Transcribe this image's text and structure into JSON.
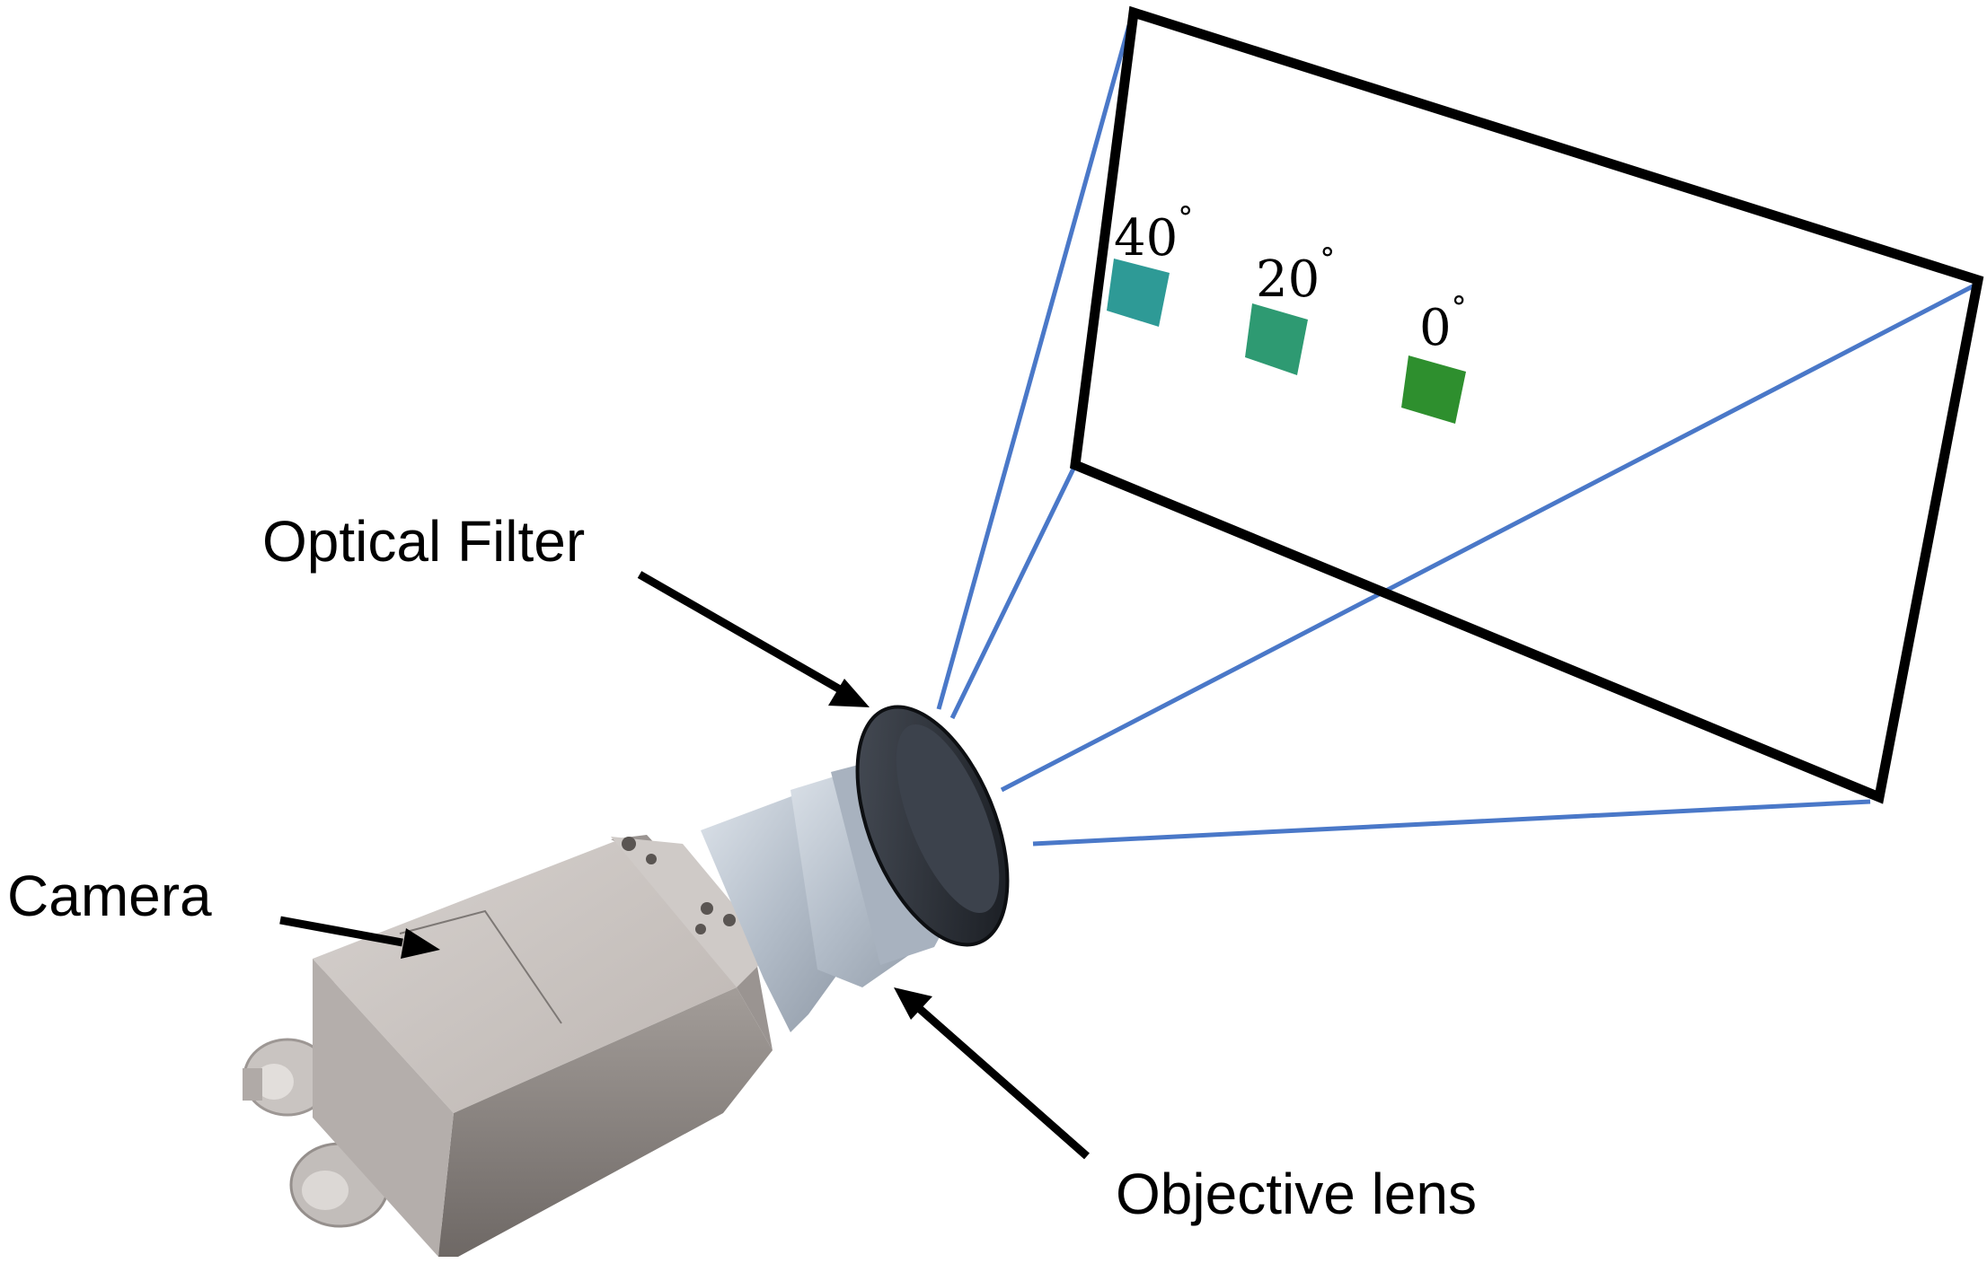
{
  "labels": {
    "optical_filter": "Optical Filter",
    "camera": "Camera",
    "objective_lens": "Objective lens"
  },
  "angle_markers": [
    {
      "value": "40",
      "degree": "°"
    },
    {
      "value": "20",
      "degree": "°"
    },
    {
      "value": "0",
      "degree": "°"
    }
  ],
  "colors": {
    "frame": "#000000",
    "rays": "#4a78c8",
    "patch_40": "#2e9a96",
    "patch_20": "#2e9a72",
    "patch_0": "#2e8f2e",
    "camera_body": "#b9b3b0",
    "lens_barrel": "#b7c0cc",
    "filter_ring": "#2a2f38"
  }
}
